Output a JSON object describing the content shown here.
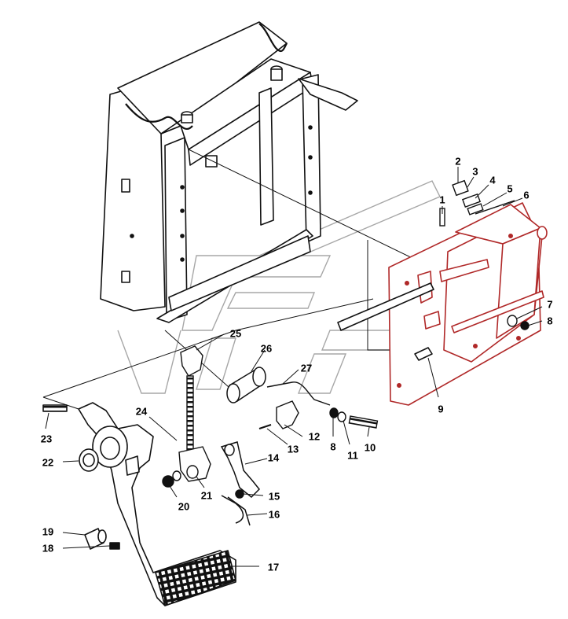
{
  "diagram": {
    "colors": {
      "line": "#111111",
      "highlight": "#b02828",
      "watermark": "#8a8a8a",
      "background": "#ffffff"
    },
    "callouts": [
      "1",
      "2",
      "3",
      "4",
      "5",
      "6",
      "7",
      "8",
      "8",
      "9",
      "10",
      "11",
      "12",
      "13",
      "14",
      "15",
      "16",
      "17",
      "18",
      "19",
      "20",
      "21",
      "22",
      "23",
      "24",
      "25",
      "26",
      "27"
    ]
  }
}
